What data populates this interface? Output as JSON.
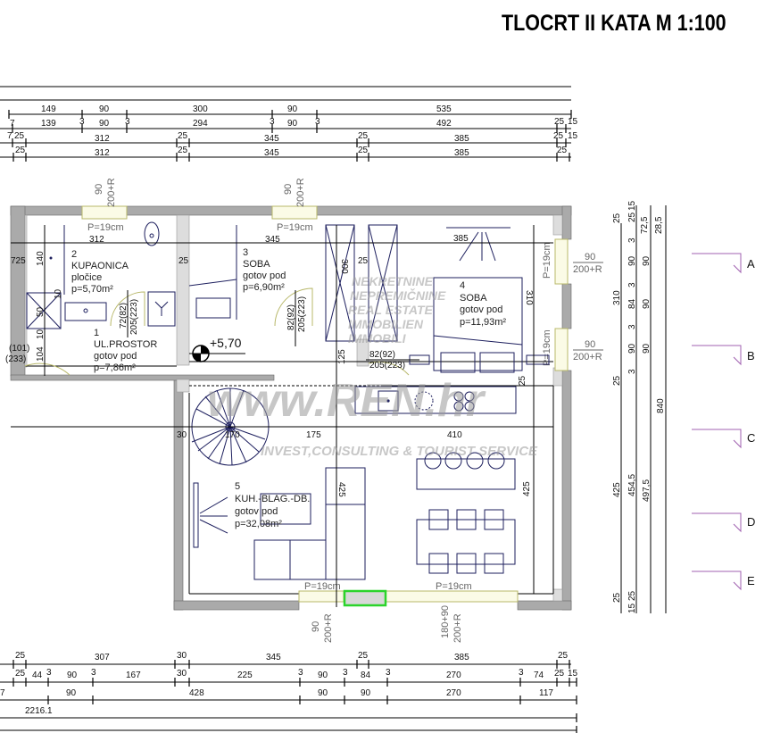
{
  "title": "TLOCRT II KATA M 1:100",
  "dims_top": {
    "row1": [
      "149",
      "90",
      "300",
      "90",
      "535"
    ],
    "row2": [
      "7",
      "139",
      "3",
      "90",
      "3",
      "294",
      "3",
      "90",
      "3",
      "492",
      "25",
      "15"
    ],
    "row3": [
      "7",
      "25",
      "312",
      "25",
      "345",
      "25",
      "385",
      "25",
      "15"
    ],
    "row4": [
      "25",
      "312",
      "25",
      "345",
      "25",
      "385",
      "25"
    ]
  },
  "dims_bottom": {
    "row1": [
      "25",
      "307",
      "30",
      "345",
      "25",
      "385",
      "25"
    ],
    "row2": [
      "25",
      "44",
      "3",
      "90",
      "3",
      "167",
      "30",
      "225",
      "3",
      "90",
      "3",
      "84",
      "3",
      "270",
      "3",
      "74",
      "25",
      "15"
    ],
    "row3": [
      "7",
      "90",
      "428",
      "90",
      "90",
      "270",
      "117"
    ],
    "total": "2216.1"
  },
  "dims_right": {
    "col1": [
      "25",
      "310",
      "25",
      "425",
      "25"
    ],
    "col2": [
      "25",
      "15",
      "3",
      "90",
      "3",
      "84",
      "3",
      "90",
      "3",
      "454,5",
      "15",
      "25"
    ],
    "col3": [
      "72,5",
      "28,5",
      "90",
      "90",
      "90",
      "497,5"
    ],
    "col4": [
      "840"
    ]
  },
  "rooms": [
    {
      "num": "1",
      "name": "UL.PROSTOR",
      "floor": "gotov pod",
      "area": "p=7,86m²"
    },
    {
      "num": "2",
      "name": "KUPAONICA",
      "floor": "pločice",
      "area": "p=5,70m²"
    },
    {
      "num": "3",
      "name": "SOBA",
      "floor": "gotov pod",
      "area": "p=6,90m²"
    },
    {
      "num": "4",
      "name": "SOBA",
      "floor": "gotov pod",
      "area": "p=11,93m²"
    },
    {
      "num": "5",
      "name": "KUH.-BLAG.-DB.",
      "floor": "gotov pod",
      "area": "p=32,08m²"
    }
  ],
  "level": "+5,70",
  "windows": {
    "w_top1": {
      "w": "90",
      "h": "200+R"
    },
    "w_top2": {
      "w": "90",
      "h": "200+R"
    },
    "w_right1": {
      "w": "90",
      "h": "200+R"
    },
    "w_right2": {
      "w": "90",
      "h": "200+R"
    },
    "w_bot1": {
      "w": "90",
      "h": "200+R"
    },
    "w_bot2": {
      "w": "180+90",
      "h": "200+R"
    },
    "sill": "P=19cm"
  },
  "inner_dims": {
    "d312": "312",
    "d345": "345",
    "d385": "385",
    "d725": "725",
    "d140": "140",
    "d25a": "25",
    "d25b": "25",
    "d300": "300",
    "d310": "310",
    "d125": "125",
    "d10a": "10",
    "d50": "50",
    "d10b": "10",
    "d104": "104",
    "door1a": "72(82)",
    "door1b": "205(223)",
    "door2a": "82(92)",
    "door2b": "205(223)",
    "door3a": "82(92)",
    "door3b": "205(223)",
    "door4a": "(101)",
    "door4b": "(233)",
    "d30": "30",
    "d170": "170",
    "d175": "175",
    "d410": "410",
    "d425a": "425",
    "d425b": "425",
    "d25c": "25"
  },
  "sections": [
    "A",
    "B",
    "C",
    "D",
    "E"
  ],
  "watermark": {
    "lines": [
      "NEKRETNINE",
      "NEPREMIČNINE",
      "REAL ESTATE",
      "IMMOBILIEN",
      "IMMOBILI"
    ],
    "brand": "www.REN.hr",
    "tagline": "INVEST,CONSULTING & TOURIST SERVICE"
  },
  "colors": {
    "section_marker": "#a060b0",
    "highlight": "#2bd42b",
    "wall": "#aaaaaa",
    "furniture": "#1d1f5e"
  }
}
